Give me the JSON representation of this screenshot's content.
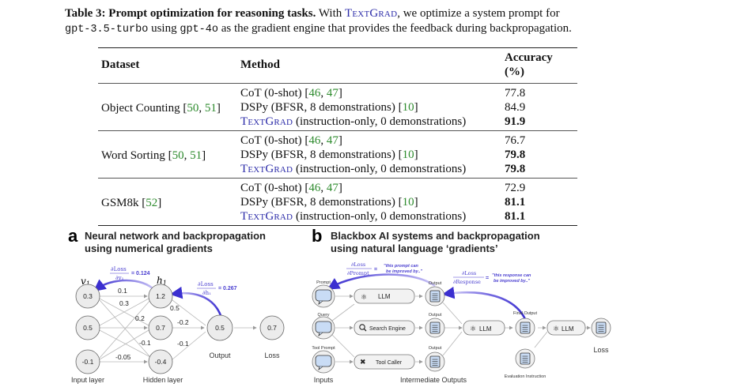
{
  "caption": {
    "label": "Table 3: Prompt optimization for reasoning tasks.",
    "text_1": " With ",
    "textgrad": "TextGrad",
    "text_2": ", we optimize a system prompt for",
    "model": "gpt-3.5-turbo",
    "text_3": " using ",
    "engine": "gpt-4o",
    "text_4": " as the gradient engine that provides the feedback during backpropagation."
  },
  "table": {
    "headers": [
      "Dataset",
      "Method",
      "Accuracy (%)"
    ],
    "groups": [
      {
        "dataset": "Object Counting [",
        "dataset_cites": [
          "50",
          "51"
        ],
        "rows": [
          {
            "method": "CoT (0-shot) [",
            "cites": [
              "46",
              "47"
            ],
            "tail": "]",
            "accuracy": "77.8",
            "bold": false
          },
          {
            "method": "DSPy (BFSR, 8 demonstrations) [",
            "cites": [
              "10"
            ],
            "tail": "]",
            "accuracy": "84.9",
            "bold": false
          },
          {
            "method_prefix": "TextGrad",
            "method": " (instruction-only, 0 demonstrations)",
            "accuracy": "91.9",
            "bold": true
          }
        ]
      },
      {
        "dataset": "Word Sorting [",
        "dataset_cites": [
          "50",
          "51"
        ],
        "rows": [
          {
            "method": "CoT (0-shot) [",
            "cites": [
              "46",
              "47"
            ],
            "tail": "]",
            "accuracy": "76.7",
            "bold": false
          },
          {
            "method": "DSPy (BFSR, 8 demonstrations) [",
            "cites": [
              "10"
            ],
            "tail": "]",
            "accuracy": "79.8",
            "bold": true
          },
          {
            "method_prefix": "TextGrad",
            "method": " (instruction-only, 0 demonstrations)",
            "accuracy": "79.8",
            "bold": true
          }
        ]
      },
      {
        "dataset": "GSM8k [",
        "dataset_cites": [
          "52"
        ],
        "rows": [
          {
            "method": "CoT (0-shot) [",
            "cites": [
              "46",
              "47"
            ],
            "tail": "]",
            "accuracy": "72.9",
            "bold": false
          },
          {
            "method": "DSPy (BFSR, 8 demonstrations) [",
            "cites": [
              "10"
            ],
            "tail": "]",
            "accuracy": "81.1",
            "bold": true
          },
          {
            "method_prefix": "TextGrad",
            "method": " (instruction-only, 0 demonstrations)",
            "accuracy": "81.1",
            "bold": true
          }
        ]
      }
    ]
  },
  "figure_a": {
    "letter": "a",
    "title_line1": "Neural network and backpropagation",
    "title_line2": "using numerical gradients",
    "var_v1": "v1",
    "var_h1": "h1",
    "grad_v1_num": "∂Loss",
    "grad_v1_den": "∂v₁",
    "grad_v1_value": "= 0.124",
    "grad_h1_num": "∂Loss",
    "grad_h1_den": "∂h₁",
    "grad_h1_value": "= 0.267",
    "inputs": [
      "0.3",
      "0.5",
      "-0.1"
    ],
    "hidden": [
      "1.2",
      "0.7",
      "-0.4"
    ],
    "output": "0.5",
    "loss": "0.7",
    "weights": [
      "0.1",
      "0.3",
      "0.2",
      "-0.1",
      "-0.05",
      "0.5",
      "-0.2",
      "-0.1"
    ],
    "labels": {
      "input": "Input layer",
      "hidden": "Hidden layer",
      "output": "Output",
      "loss": "Loss"
    }
  },
  "figure_b": {
    "letter": "b",
    "title_line1": "Blackbox AI systems and backpropagation",
    "title_line2": "using natural language ‘gradients’",
    "grad_prompt_num": "∂Loss",
    "grad_prompt_den": "∂Prompt",
    "grad_prompt_text1": "\"this prompt can",
    "grad_prompt_text2": "be improved by..\"",
    "grad_response_num": "∂Loss",
    "grad_response_den": "∂Response",
    "grad_response_text1": "\"this response can",
    "grad_response_text2": "be improved by..\"",
    "input_labels": [
      "Prompt",
      "Query",
      "Tool Prompt"
    ],
    "modules": [
      "LLM",
      "Search Engine",
      "Tool Caller"
    ],
    "output_label": "Output",
    "final_llm": "LLM",
    "final_output": "Final Output",
    "eval_llm": "LLM",
    "evaluation_instruction": "Evaluation Instruction",
    "loss": "Loss",
    "bottom_labels": {
      "inputs": "Inputs",
      "intermediate": "Intermediate Outputs"
    },
    "colors": {
      "gradient": "#4a3fd0",
      "bubble": "#c9dcf5"
    }
  }
}
